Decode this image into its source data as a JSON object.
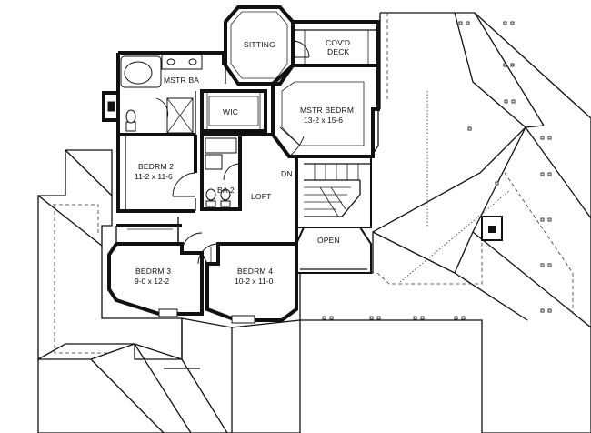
{
  "rooms": {
    "sitting": {
      "name": "SITTING"
    },
    "covd_deck": {
      "name_line1": "COV'D",
      "name_line2": "DECK"
    },
    "mstr_ba": {
      "name": "MSTR BA"
    },
    "wic": {
      "name": "WIC"
    },
    "mstr_bedrm": {
      "name": "MSTR BEDRM",
      "size": "13-2 x 15-6"
    },
    "bedrm2": {
      "name": "BEDRM 2",
      "size": "11-2 x 11-6"
    },
    "ba2": {
      "name": "BA 2"
    },
    "loft": {
      "name": "LOFT"
    },
    "dn": {
      "name": "DN"
    },
    "open": {
      "name": "OPEN"
    },
    "bedrm3": {
      "name": "BEDRM 3",
      "size": "9-0 x 12-2"
    },
    "bedrm4": {
      "name": "BEDRM 4",
      "size": "10-2 x 11-0"
    }
  }
}
